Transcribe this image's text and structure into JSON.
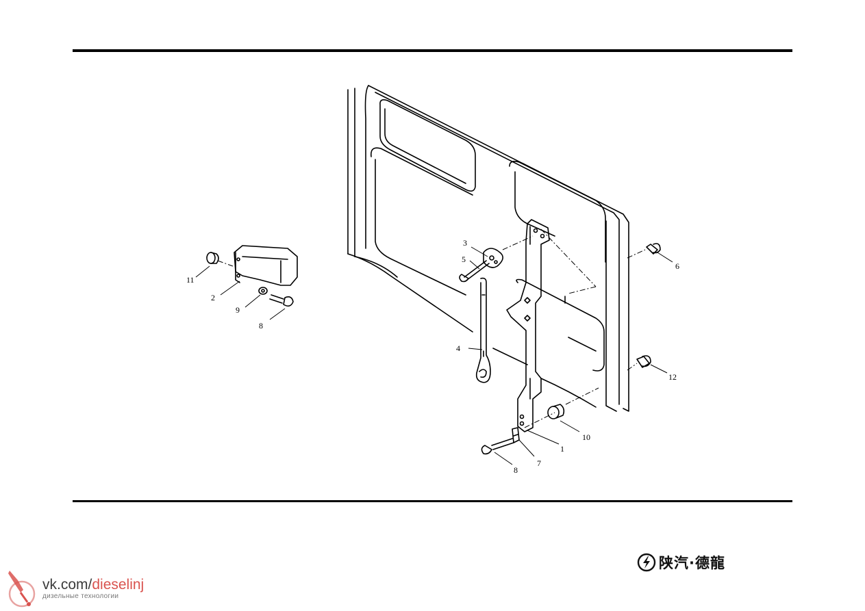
{
  "callouts": {
    "c1": "1",
    "c2": "2",
    "c3": "3",
    "c4": "4",
    "c5": "5",
    "c6": "6",
    "c7": "7",
    "c8a": "8",
    "c8b": "8",
    "c9": "9",
    "c10": "10",
    "c11": "11",
    "c12": "12"
  },
  "brand": {
    "text": "陕汽·德龍"
  },
  "watermark": {
    "url_prefix": "vk.com/",
    "url_accent": "dieselinj",
    "subtitle": "дизельные технологии",
    "accent_color": "#d9534f"
  }
}
